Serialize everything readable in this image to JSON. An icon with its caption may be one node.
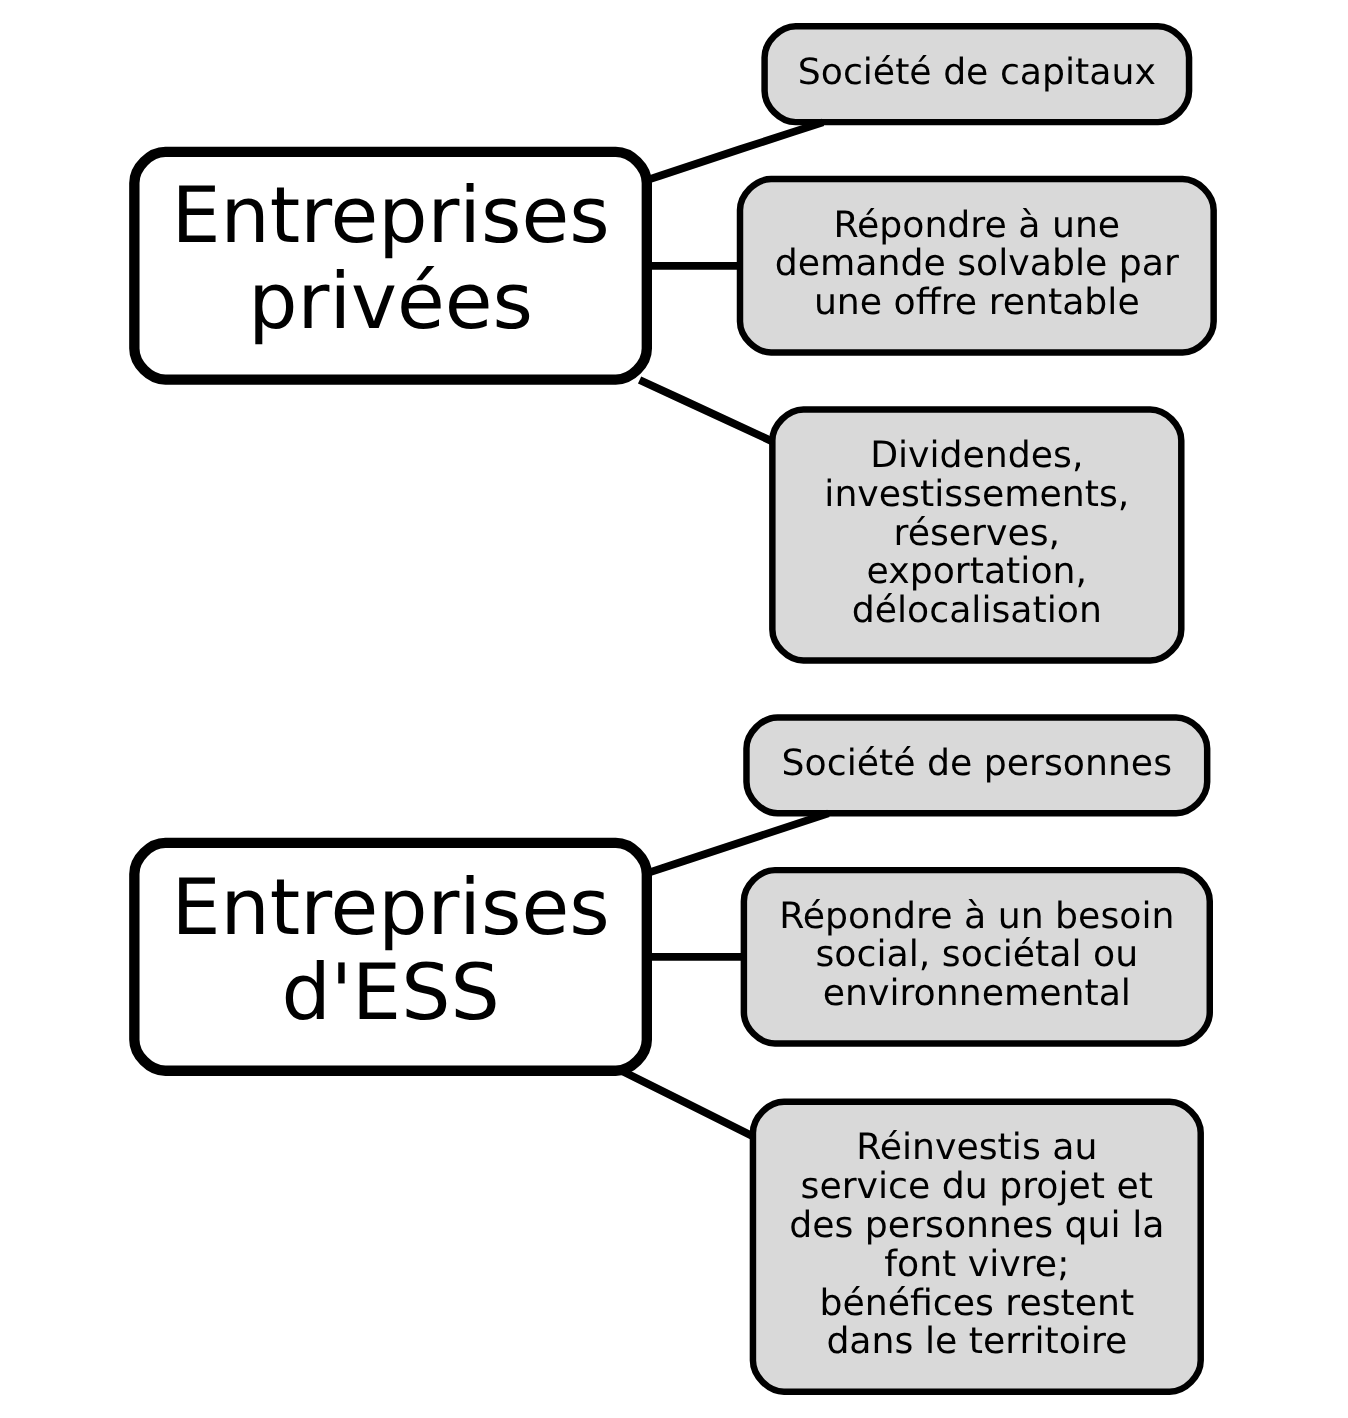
{
  "diagram": {
    "nodes": [
      {
        "text": [
          "Entreprises d'ESS"
        ]
      },
      {
        "text": [
          "Société de personnes"
        ]
      },
      {
        "text": [
          "Répondre à un besoin social, sociétal ou environnemental"
        ]
      },
      {
        "text": [
          "Réinvestis au service du projet et des personnes qui la font vivre; bénéfices restent dans le territoire"
        ]
      },
      {
        "text": [
          "Entreprises privées"
        ]
      },
      {
        "text": [
          "Société de capitaux"
        ]
      },
      {
        "text": [
          "Répondre à une demande solvable par une offre rentable"
        ]
      },
      {
        "text": [
          "Dividendes, investissements, réserves, exportation, délocalisation"
        ]
      }
    ],
    "edges": [
      {
        "from": 0,
        "to": 1,
        "arrow": "none"
      },
      {
        "from": 0,
        "to": 2,
        "arrow": "none"
      },
      {
        "from": 0,
        "to": 3,
        "arrow": "none"
      },
      {
        "from": 4,
        "to": 5,
        "arrow": "none"
      },
      {
        "from": 4,
        "to": 6,
        "arrow": "none"
      },
      {
        "from": 4,
        "to": 7,
        "arrow": "none"
      }
    ]
  }
}
